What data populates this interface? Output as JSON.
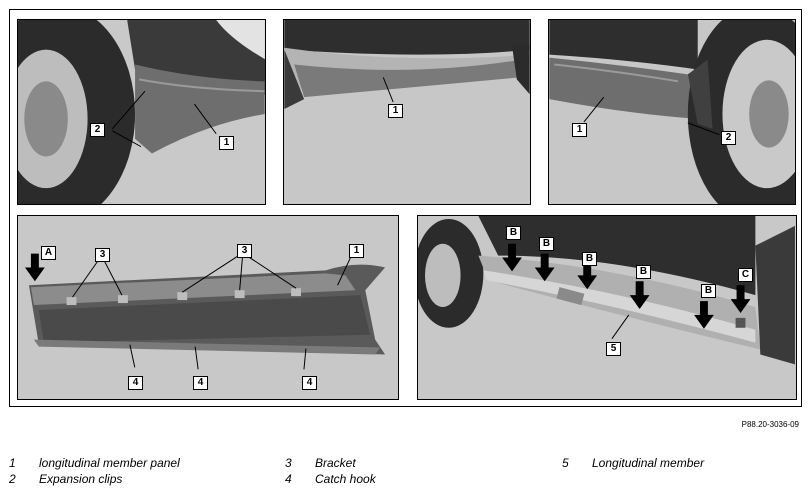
{
  "figure": {
    "reference_code": "P88.20-3036-09",
    "panels": [
      {
        "name": "front-wheel-arch-view",
        "callouts": [
          "2",
          "1"
        ]
      },
      {
        "name": "side-sill-view",
        "callouts": [
          "1"
        ]
      },
      {
        "name": "rear-wheel-arch-view",
        "callouts": [
          "1",
          "2"
        ]
      },
      {
        "name": "panel-inner-side-view",
        "callouts": [
          "A",
          "3",
          "3",
          "1",
          "4",
          "4",
          "4"
        ]
      },
      {
        "name": "longitudinal-member-view",
        "callouts": [
          "B",
          "B",
          "B",
          "B",
          "B",
          "C",
          "5"
        ]
      }
    ]
  },
  "legend": [
    {
      "number": "1",
      "text": "longitudinal member panel"
    },
    {
      "number": "2",
      "text": "Expansion clips"
    },
    {
      "number": "3",
      "text": "Bracket"
    },
    {
      "number": "4",
      "text": "Catch hook"
    },
    {
      "number": "5",
      "text": "Longitudinal member"
    }
  ],
  "colors": {
    "background": "#c7c7c7",
    "tire": "#2b2b2b",
    "panel": "#6e6e6e",
    "member": "#b0b0b0",
    "arrow": "#000000",
    "callout_bg": "#ffffff"
  }
}
